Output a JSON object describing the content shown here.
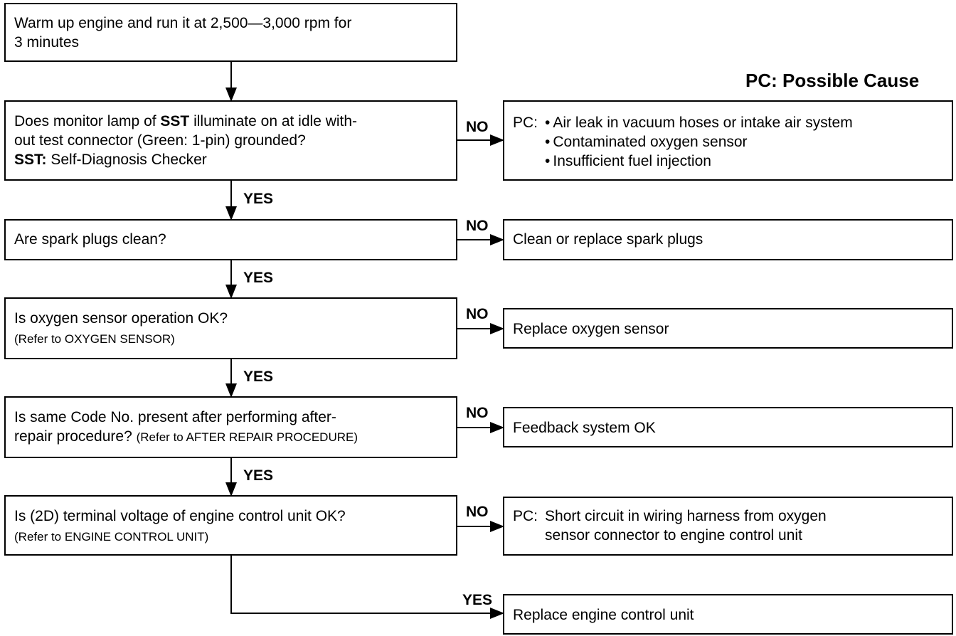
{
  "legend": "PC: Possible Cause",
  "labels": {
    "yes": "YES",
    "no": "NO"
  },
  "steps": [
    {
      "line1": "Warm up engine and run it at 2,500—3,000 rpm for",
      "line2": "3 minutes"
    },
    {
      "line1a": "Does monitor lamp of ",
      "line1b": "SST",
      "line1c": " illuminate on at idle with-",
      "line2": "out test connector (Green: 1-pin) grounded?",
      "line3a": "SST:",
      "line3b": " Self-Diagnosis Checker"
    },
    {
      "line1": "Are spark plugs clean?"
    },
    {
      "line1": "Is oxygen sensor operation OK?",
      "note": "(Refer to OXYGEN SENSOR)"
    },
    {
      "line1": "Is same Code No. present after performing after-",
      "line2a": "repair procedure? ",
      "line2b": "(Refer to AFTER REPAIR PROCEDURE)"
    },
    {
      "line1": "Is (2D) terminal voltage of engine control unit OK?",
      "note": "(Refer to ENGINE CONTROL UNIT)"
    }
  ],
  "results": [
    {
      "prefix": "PC:",
      "items": [
        "Air leak in vacuum hoses or intake air system",
        "Contaminated oxygen sensor",
        "Insufficient fuel injection"
      ]
    },
    {
      "text": "Clean or replace spark plugs"
    },
    {
      "text": "Replace oxygen sensor"
    },
    {
      "text": "Feedback system OK"
    },
    {
      "prefix": "PC:",
      "line1": "Short circuit in wiring harness from oxygen",
      "line2": "sensor connector to engine control unit"
    },
    {
      "text": "Replace engine control unit"
    }
  ]
}
